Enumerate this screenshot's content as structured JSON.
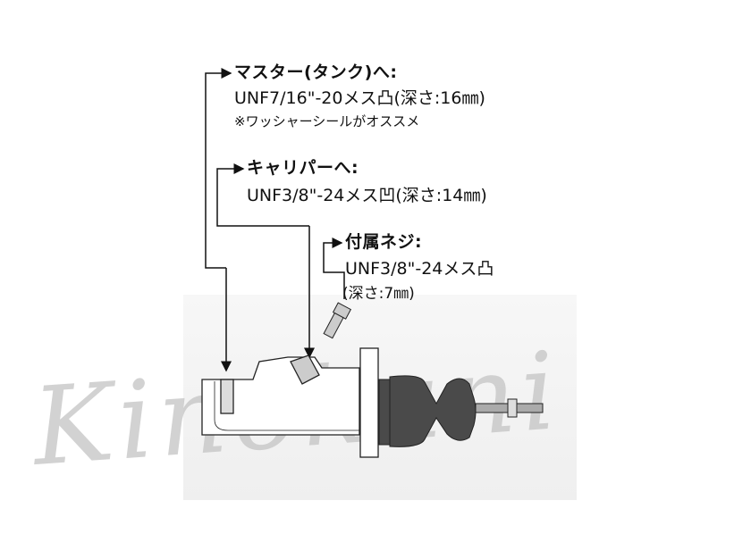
{
  "callouts": [
    {
      "title": "マスター(タンク)へ:",
      "spec": "UNF7/16\"-20メス凸(深さ:16㎜)",
      "note": "※ワッシャーシールがオススメ"
    },
    {
      "title": "キャリパーへ:",
      "spec": "UNF3/8\"-24メス凹(深さ:14㎜)"
    },
    {
      "title": "付属ネジ:",
      "spec": "UNF3/8\"-24メス凸",
      "note": "(深さ:7㎜)"
    }
  ],
  "watermark": "Kinokuni",
  "colors": {
    "line": "#111111",
    "boot": "#4a4a4a",
    "watermark": "#b8b8b8"
  }
}
